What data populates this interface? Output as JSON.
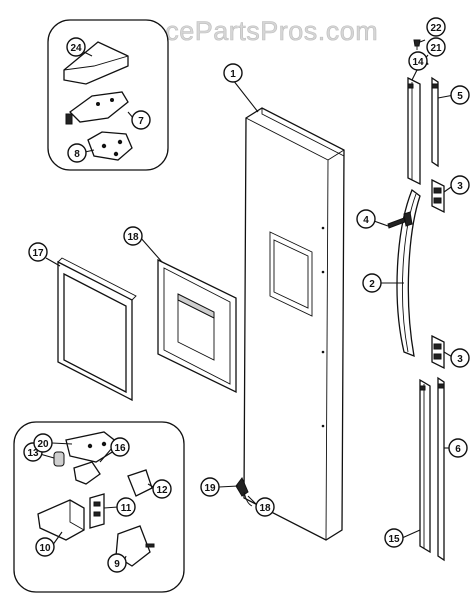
{
  "watermark": "AppliancePartsPros.com",
  "callouts": [
    {
      "id": "c1",
      "label": "1"
    },
    {
      "id": "c2",
      "label": "2"
    },
    {
      "id": "c3a",
      "label": "3"
    },
    {
      "id": "c3b",
      "label": "3"
    },
    {
      "id": "c4",
      "label": "4"
    },
    {
      "id": "c5",
      "label": "5"
    },
    {
      "id": "c6",
      "label": "6"
    },
    {
      "id": "c7",
      "label": "7"
    },
    {
      "id": "c8",
      "label": "8"
    },
    {
      "id": "c9",
      "label": "9"
    },
    {
      "id": "c10",
      "label": "10"
    },
    {
      "id": "c11",
      "label": "11"
    },
    {
      "id": "c12",
      "label": "12"
    },
    {
      "id": "c13",
      "label": "13"
    },
    {
      "id": "c14",
      "label": "14"
    },
    {
      "id": "c15",
      "label": "15"
    },
    {
      "id": "c16",
      "label": "16"
    },
    {
      "id": "c17",
      "label": "17"
    },
    {
      "id": "c18",
      "label": "18"
    },
    {
      "id": "c19",
      "label": "19"
    },
    {
      "id": "c20",
      "label": "20"
    },
    {
      "id": "c21",
      "label": "21"
    },
    {
      "id": "c22",
      "label": "22"
    },
    {
      "id": "c23",
      "label": "23"
    },
    {
      "id": "c24",
      "label": "24"
    }
  ]
}
